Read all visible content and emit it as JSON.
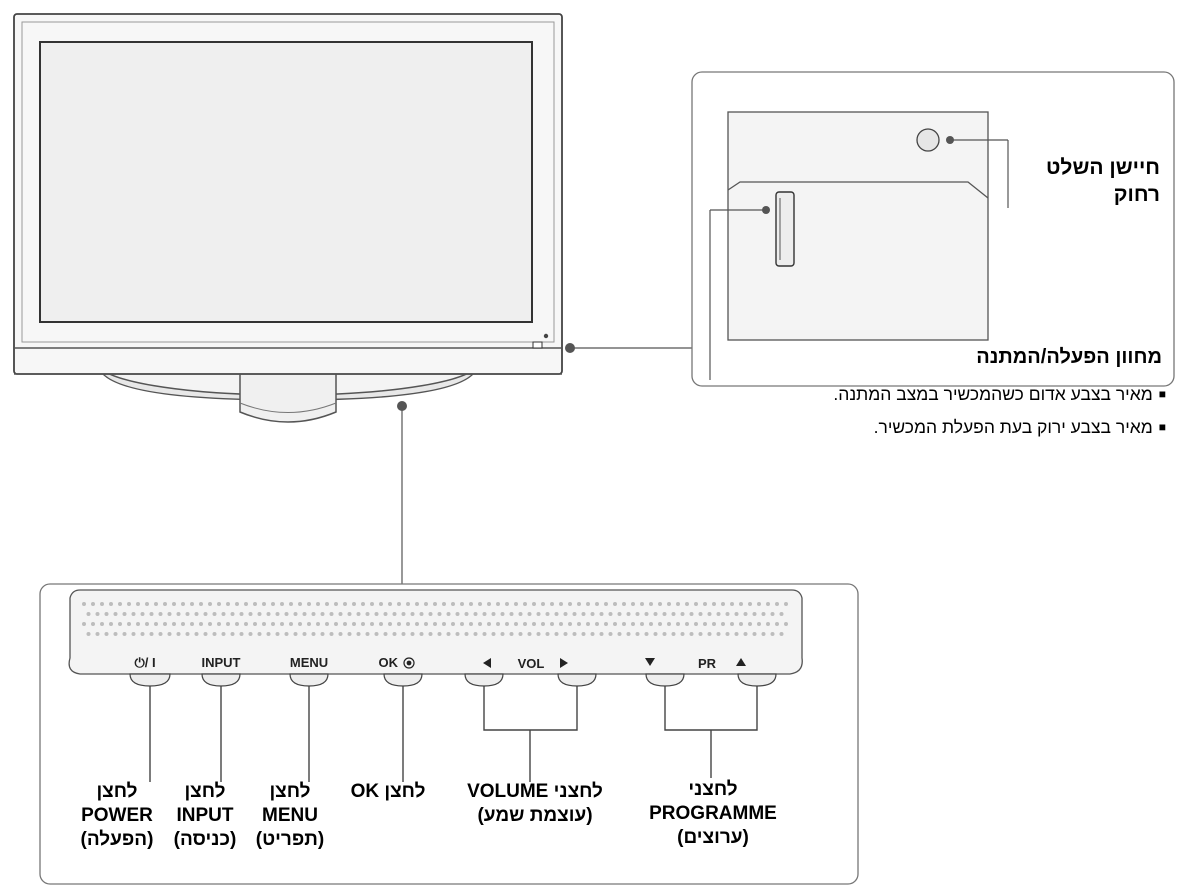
{
  "remote_sensor": {
    "line1": "חיישן השלט",
    "line2": "רחוק"
  },
  "power_indicator": {
    "title": "מחוון הפעלה/המתנה",
    "bullets": [
      "מאיר בצבע אדום כשהמכשיר במצב המתנה.",
      "מאיר בצבע ירוק בעת הפעלת המכשיר."
    ]
  },
  "panel_buttons": {
    "power_symbol": "⏻/ I",
    "input": "INPUT",
    "menu": "MENU",
    "ok": "OK",
    "vol": "VOL",
    "pr": "PR"
  },
  "labels": {
    "power": {
      "line1": "לחצן",
      "line2": "POWER",
      "line3": "(הפעלה)"
    },
    "input": {
      "line1": "לחצן",
      "line2": "INPUT",
      "line3": "(כניסה)"
    },
    "menu": {
      "line1": "לחצן",
      "line2": "MENU",
      "line3": "(תפריט)"
    },
    "ok": {
      "line1": "לחצן OK"
    },
    "volume": {
      "line1": "לחצני VOLUME",
      "line2": "(עוצמת שמע)"
    },
    "programme": {
      "line1": "לחצני",
      "line2": "PROGRAMME",
      "line3": "(ערוצים)"
    }
  }
}
